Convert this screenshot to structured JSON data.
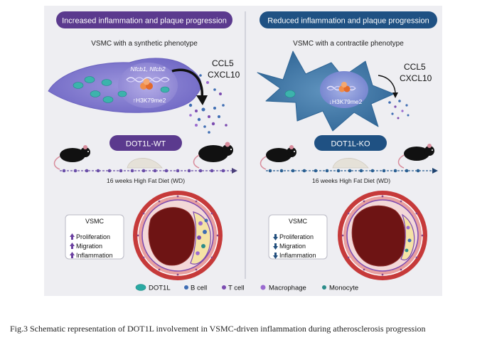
{
  "left": {
    "banner": "Increased inflammation and plaque progression",
    "phenotype": "VSMC with a synthetic phenotype",
    "genes": "Nfcb1, Nfcb2",
    "mark": "↑H3K79me2",
    "cytokine1": "CCL5",
    "cytokine2": "CXCL10",
    "group": "DOT1L-WT",
    "diet": "16 weeks High Fat Diet (WD)",
    "box_title": "VSMC",
    "items": [
      "Proliferation",
      "Migration",
      "Inflammation"
    ],
    "arrow_color": "#6a3fa0"
  },
  "right": {
    "banner": "Reduced inflammation and plaque progression",
    "phenotype": "VSMC with a contractile phenotype",
    "mark": "↓H3K79me2",
    "cytokine1": "CCL5",
    "cytokine2": "CXCL10",
    "group": "DOT1L-KO",
    "diet": "16 weeks High Fat Diet (WD)",
    "box_title": "VSMC",
    "items": [
      "Proliferation",
      "Migration",
      "Inflammation"
    ],
    "arrow_color": "#23507e"
  },
  "legend": [
    {
      "label": "DOT1L",
      "icon": "dot1l-protein-icon",
      "color": "#2aa9a3"
    },
    {
      "label": "B cell",
      "icon": "b-cell-icon",
      "color": "#3e6db3"
    },
    {
      "label": "T cell",
      "icon": "t-cell-icon",
      "color": "#7b4bb0"
    },
    {
      "label": "Macrophage",
      "icon": "macrophage-icon",
      "color": "#9a6ad0"
    },
    {
      "label": "Monocyte",
      "icon": "monocyte-icon",
      "color": "#2a8c8a"
    }
  ],
  "caption": "Fig.3 Schematic representation of DOT1L involvement in VSMC-driven inflammation during atherosclerosis progression",
  "colors": {
    "left_accent": "#5b3a8e",
    "right_accent": "#1f5183",
    "panel_bg": "#eeeef2"
  }
}
